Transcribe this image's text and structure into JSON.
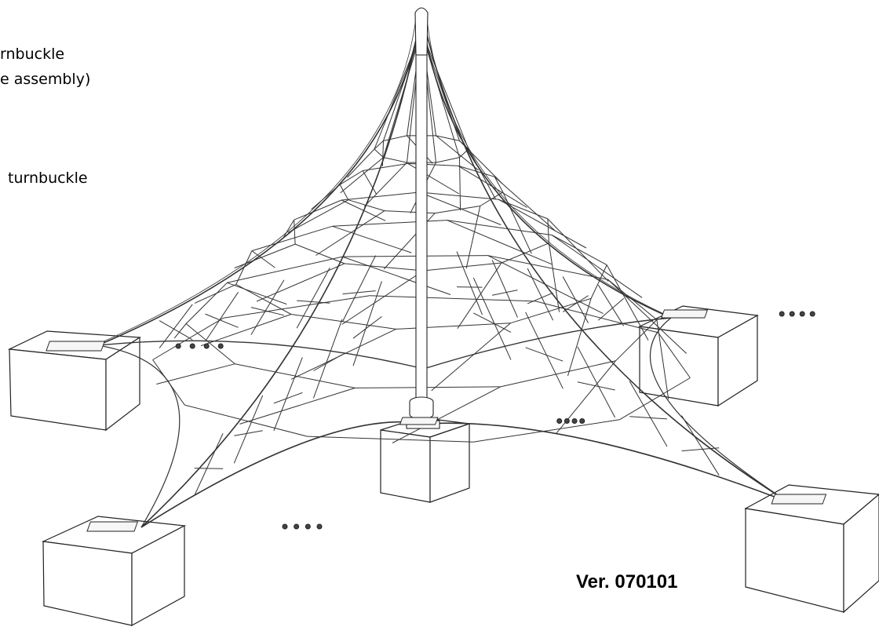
{
  "labels": {
    "turnbuckle_assembly_line1": "rnbuckle",
    "turnbuckle_assembly_line2": "e assembly)",
    "turnbuckle": "turnbuckle"
  },
  "version": "Ver. 070101"
}
